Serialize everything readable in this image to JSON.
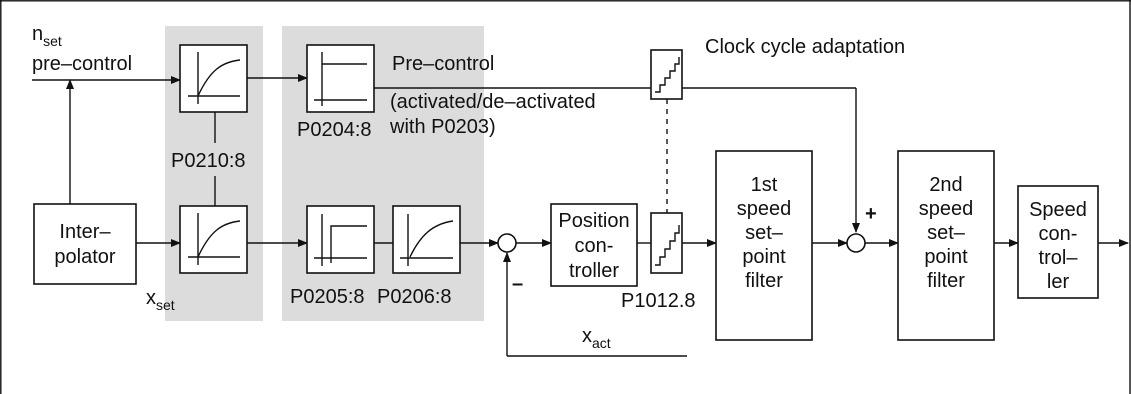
{
  "colors": {
    "shade": "#dcdcdc",
    "line": "#111111",
    "background": "#ffffff"
  },
  "labels": {
    "n_set_base": "n",
    "n_set_sub": "set",
    "pre_control_input": "pre–control",
    "pre_control": "Pre–control",
    "activated_line1": "(activated/de–activated",
    "activated_line2": "with P0203)",
    "clock_cycle": "Clock cycle adaptation",
    "p0210": "P0210:8",
    "p0204": "P0204:8",
    "p0205": "P0205:8",
    "p0206": "P0206:8",
    "p1012": "P1012.8",
    "x_set_base": "x",
    "x_set_sub": "set",
    "x_act_base": "x",
    "x_act_sub": "act",
    "minus": "–",
    "plus": "+"
  },
  "blocks": {
    "interpolator": [
      "Inter–",
      "polator"
    ],
    "position_controller": [
      "Position",
      "con-",
      "troller"
    ],
    "speed_filter_1": [
      "1st",
      "speed",
      "set–",
      "point",
      "filter"
    ],
    "speed_filter_2": [
      "2nd",
      "speed",
      "set–",
      "point",
      "filter"
    ],
    "speed_controller": [
      "Speed",
      "con-",
      "trol–",
      "ler"
    ]
  }
}
